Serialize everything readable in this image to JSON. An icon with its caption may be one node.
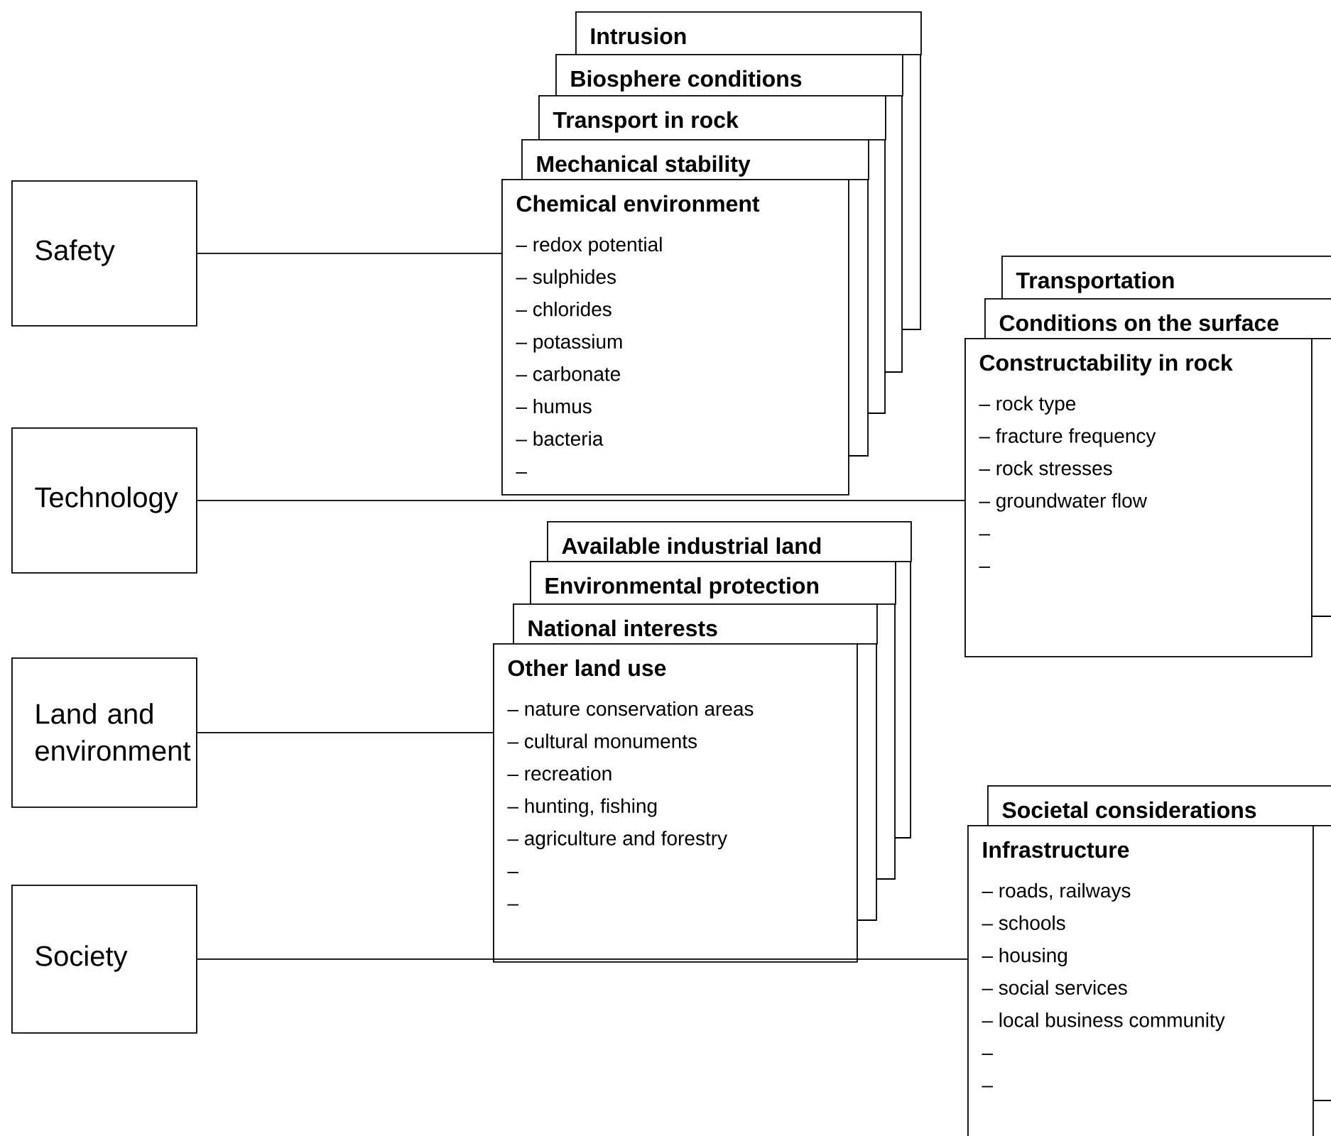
{
  "diagram": {
    "nodes": [
      {
        "text": [
          "Safety"
        ]
      },
      {
        "text": [
          "Intrusion"
        ]
      },
      {
        "text": [
          "Biosphere conditions"
        ]
      },
      {
        "text": [
          "Transport in rock"
        ]
      },
      {
        "text": [
          "Mechanical stability"
        ]
      },
      {
        "text": [
          "Chemical environment",
          "– redox potential",
          "– sulphides",
          "– chlorides",
          "– potassium",
          "– carbonate",
          "– humus",
          "– bacteria",
          "–"
        ]
      },
      {
        "text": [
          "Technology"
        ]
      },
      {
        "text": [
          "Transportation"
        ]
      },
      {
        "text": [
          "Conditions on the surface"
        ]
      },
      {
        "text": [
          "Constructability in rock",
          "– rock type",
          "– fracture frequency",
          "– rock stresses",
          "– groundwater flow",
          "–",
          "–"
        ]
      },
      {
        "text": [
          "Land and environment"
        ]
      },
      {
        "text": [
          "Available industrial land"
        ]
      },
      {
        "text": [
          "Environmental protection"
        ]
      },
      {
        "text": [
          "National interests"
        ]
      },
      {
        "text": [
          "Other land use",
          "– nature conservation areas",
          "– cultural monuments",
          "– recreation",
          "– hunting, fishing",
          "– agriculture and forestry",
          "–",
          "–"
        ]
      },
      {
        "text": [
          "Society"
        ]
      },
      {
        "text": [
          "Societal considerations"
        ]
      },
      {
        "text": [
          "Infrastructure",
          "– roads, railways",
          "– schools",
          "– housing",
          "– social services",
          "– local business community",
          "–",
          "–"
        ]
      }
    ],
    "edges": [
      {
        "from": 0,
        "to": 5,
        "arrow": "none"
      },
      {
        "from": 6,
        "to": 9,
        "arrow": "none"
      },
      {
        "from": 10,
        "to": 14,
        "arrow": "none"
      },
      {
        "from": 15,
        "to": 17,
        "arrow": "none"
      }
    ]
  }
}
